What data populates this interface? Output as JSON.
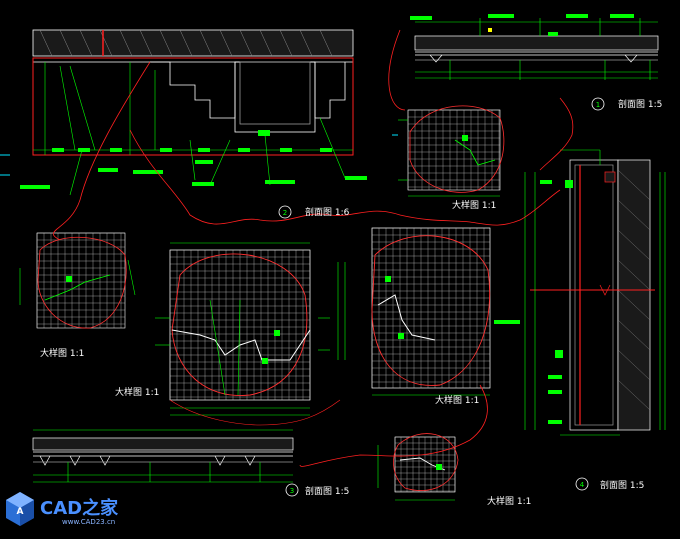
{
  "drawing": {
    "background": "#000000",
    "colors": {
      "line": "#ffffff",
      "grid": "#d9d9d9",
      "dimension": "#00ff00",
      "section_cut": "#ff2020",
      "detail_circle": "#ff3030",
      "hatch": "#9a9a9a",
      "cyan": "#00e5ff",
      "yellow": "#ffff00"
    },
    "labels": {
      "section_top": "剖面图 1:5",
      "section_mid": "剖面图 1:6",
      "detail_a": "大样图 1:1",
      "detail_b": "大样图 1:1",
      "detail_c": "大样图 1:1",
      "detail_d": "大样图 1:1",
      "detail_e": "大样图 1:1",
      "section_bottom": "剖面图 1:5",
      "section_right": "剖面图 1:5"
    },
    "tags": {
      "section_mid": "2",
      "section_top": "1",
      "section_bottom": "3",
      "section_right": "4"
    },
    "watermark": {
      "brand": "CAD之家",
      "url": "www.CAD23.cn",
      "icon": "cad-logo-icon"
    }
  }
}
